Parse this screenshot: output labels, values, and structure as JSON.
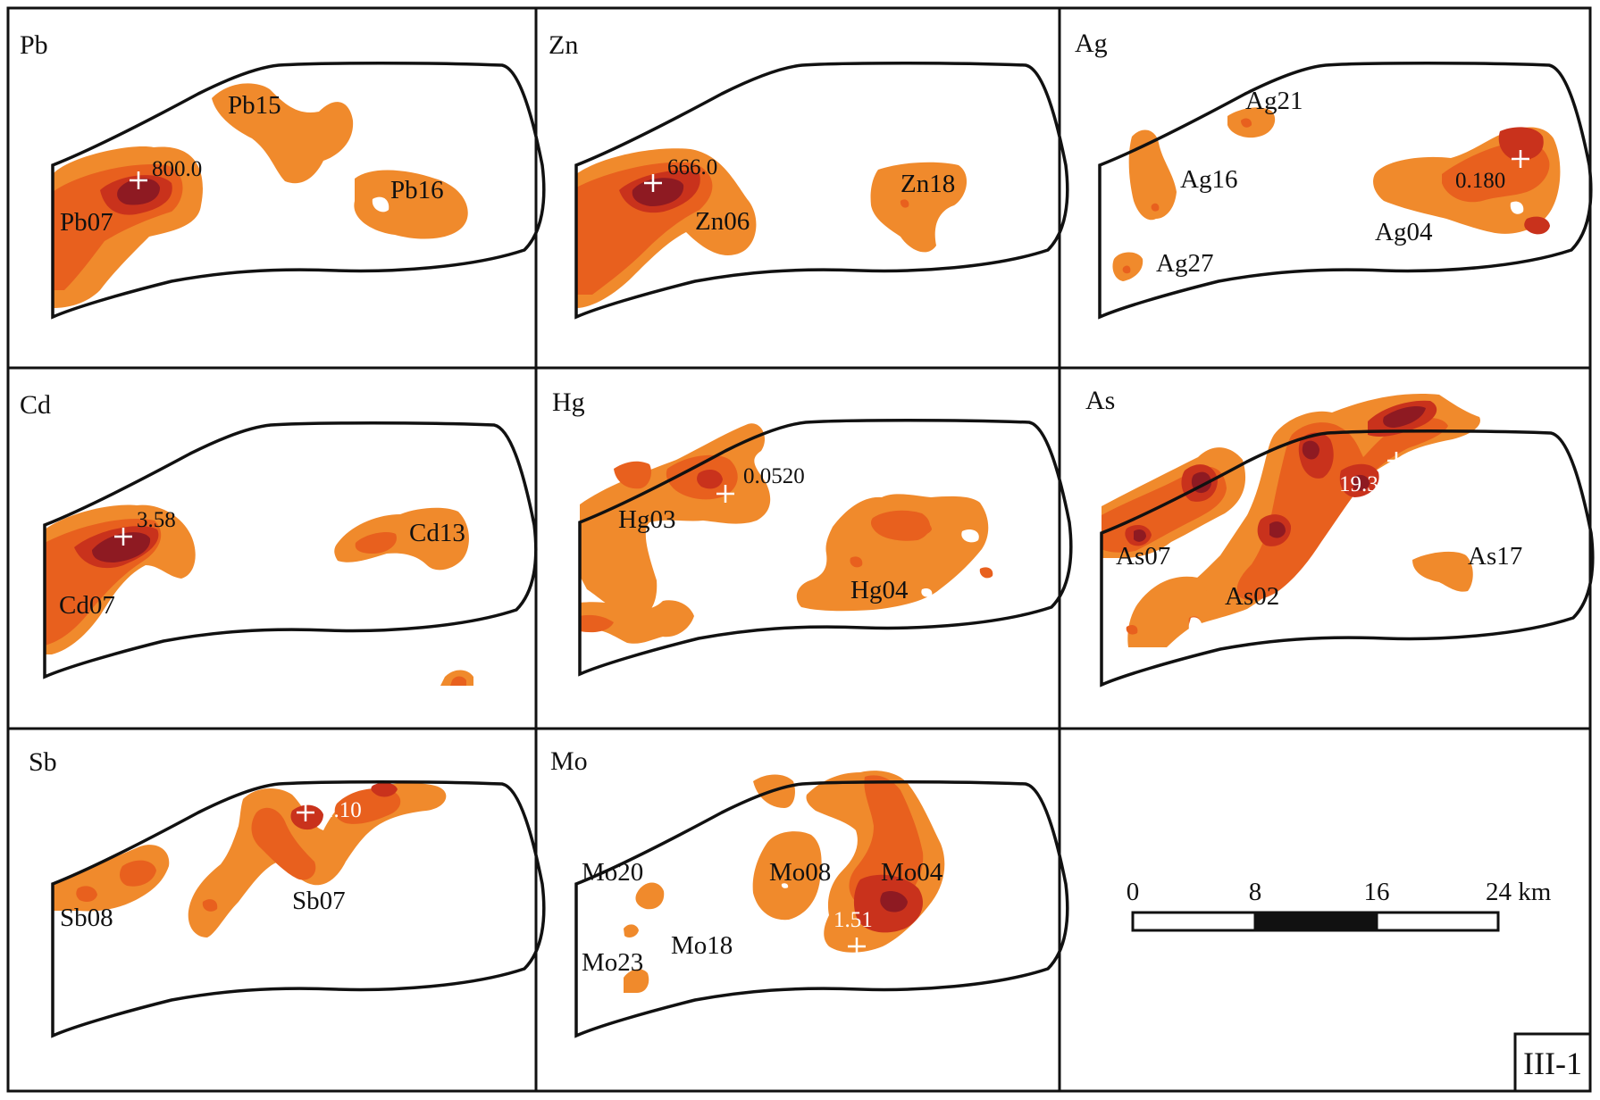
{
  "colors": {
    "level1": "#F08A2C",
    "level2": "#E8601E",
    "level3": "#C9321C",
    "level4": "#8E1A22",
    "outline": "#111111",
    "frame": "#111111",
    "text": "#111111",
    "text_on_anomaly": "#ffffff"
  },
  "panels": {
    "pb": {
      "element": "Pb",
      "peak_value": "800.0",
      "anomalies": [
        "Pb15",
        "Pb07",
        "Pb16"
      ]
    },
    "zn": {
      "element": "Zn",
      "peak_value": "666.0",
      "anomalies": [
        "Zn06",
        "Zn18"
      ]
    },
    "ag": {
      "element": "Ag",
      "peak_value": "0.180",
      "anomalies": [
        "Ag21",
        "Ag16",
        "Ag04",
        "Ag27"
      ]
    },
    "cd": {
      "element": "Cd",
      "peak_value": "3.58",
      "anomalies": [
        "Cd13",
        "Cd07"
      ]
    },
    "hg": {
      "element": "Hg",
      "peak_value": "0.0520",
      "anomalies": [
        "Hg03",
        "Hg04"
      ]
    },
    "as": {
      "element": "As",
      "peak_value": "19.30",
      "anomalies": [
        "As07",
        "As17",
        "As02"
      ]
    },
    "sb": {
      "element": "Sb",
      "peak_value": "1.10",
      "anomalies": [
        "Sb08",
        "Sb07"
      ]
    },
    "mo": {
      "element": "Mo",
      "peak_value": "1.51",
      "anomalies": [
        "Mo20",
        "Mo08",
        "Mo04",
        "Mo23",
        "Mo18"
      ]
    }
  },
  "scale_bar": {
    "ticks": [
      "0",
      "8",
      "16",
      "24 km"
    ]
  },
  "area_label": "III-1"
}
